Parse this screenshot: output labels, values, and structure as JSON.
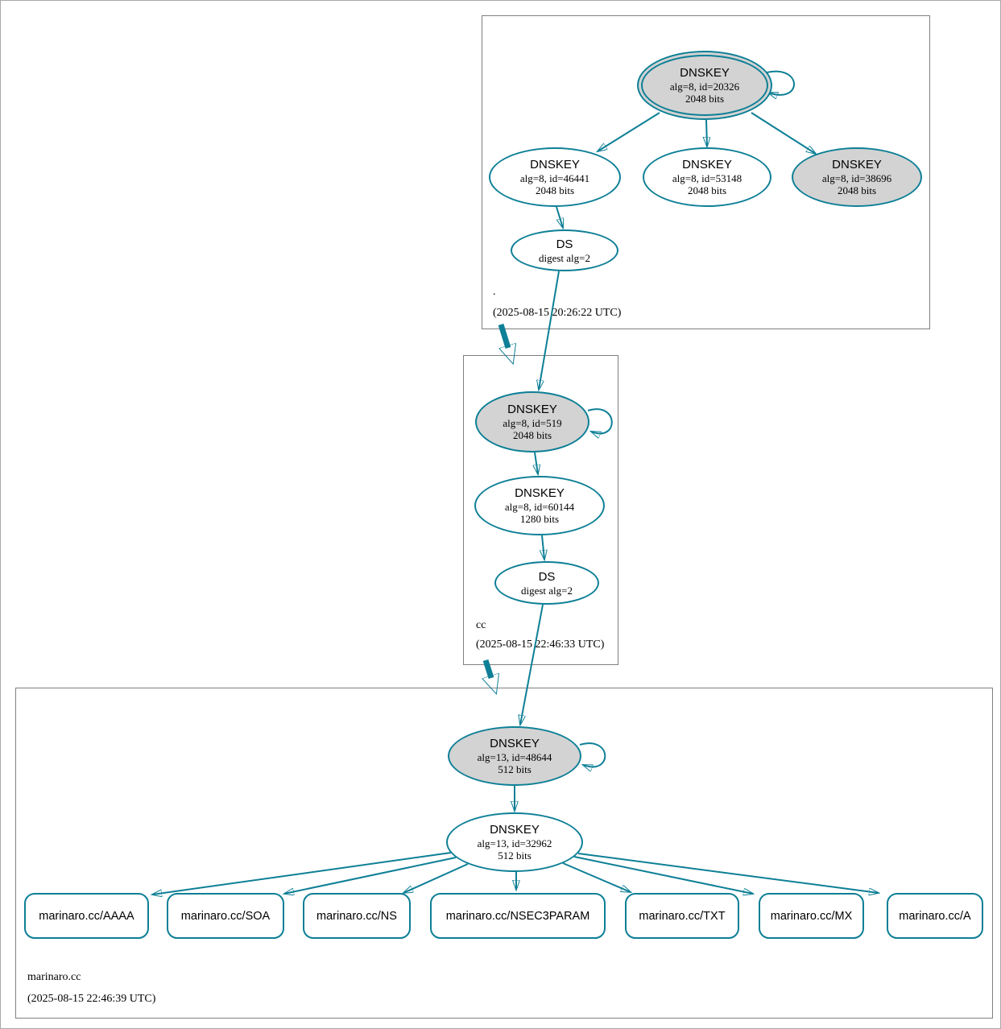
{
  "diagram_type": "dnssec-authentication-chain",
  "colors": {
    "edge_teal": "#0d7f96",
    "sep_key_fill": "#d3d3d3",
    "normal_fill": "#ffffff",
    "zone_box_border": "#7f7f7f"
  },
  "zones": {
    "root": {
      "label": ".",
      "timestamp": "(2025-08-15 20:26:22 UTC)"
    },
    "cc": {
      "label": "cc",
      "timestamp": "(2025-08-15 22:46:33 UTC)"
    },
    "marinaro": {
      "label": "marinaro.cc",
      "timestamp": "(2025-08-15 22:46:39 UTC)"
    }
  },
  "nodes": {
    "root_ksk": {
      "type": "DNSKEY",
      "detail1": "alg=8, id=20326",
      "detail2": "2048 bits"
    },
    "root_zsk1": {
      "type": "DNSKEY",
      "detail1": "alg=8, id=46441",
      "detail2": "2048 bits"
    },
    "root_zsk2": {
      "type": "DNSKEY",
      "detail1": "alg=8, id=53148",
      "detail2": "2048 bits"
    },
    "root_ksk2": {
      "type": "DNSKEY",
      "detail1": "alg=8, id=38696",
      "detail2": "2048 bits"
    },
    "root_ds": {
      "type": "DS",
      "detail1": "digest alg=2"
    },
    "cc_ksk": {
      "type": "DNSKEY",
      "detail1": "alg=8, id=519",
      "detail2": "2048 bits"
    },
    "cc_zsk": {
      "type": "DNSKEY",
      "detail1": "alg=8, id=60144",
      "detail2": "1280 bits"
    },
    "cc_ds": {
      "type": "DS",
      "detail1": "digest alg=2"
    },
    "m_ksk": {
      "type": "DNSKEY",
      "detail1": "alg=13, id=48644",
      "detail2": "512 bits"
    },
    "m_zsk": {
      "type": "DNSKEY",
      "detail1": "alg=13, id=32962",
      "detail2": "512 bits"
    }
  },
  "rrsets": [
    {
      "label": "marinaro.cc/AAAA"
    },
    {
      "label": "marinaro.cc/SOA"
    },
    {
      "label": "marinaro.cc/NS"
    },
    {
      "label": "marinaro.cc/NSEC3PARAM"
    },
    {
      "label": "marinaro.cc/TXT"
    },
    {
      "label": "marinaro.cc/MX"
    },
    {
      "label": "marinaro.cc/A"
    }
  ]
}
